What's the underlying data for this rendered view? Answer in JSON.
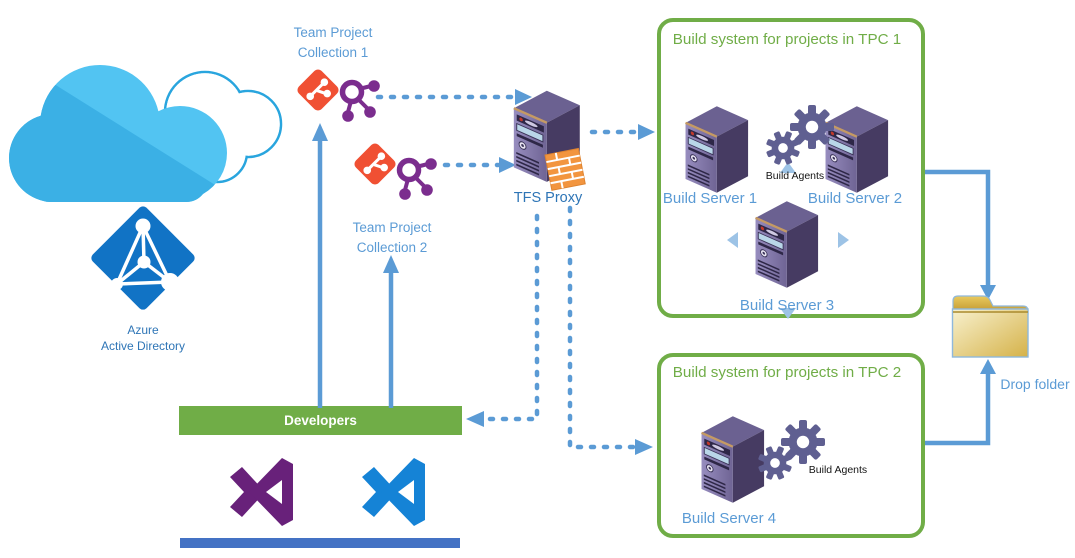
{
  "diagram": {
    "azure_ad": {
      "line1": "Azure",
      "line2": "Active Directory"
    },
    "tpc1": {
      "line1": "Team Project",
      "line2": "Collection 1"
    },
    "tpc2": {
      "line1": "Team Project",
      "line2": "Collection 2"
    },
    "tfs_proxy": {
      "label": "TFS Proxy"
    },
    "build_box1": {
      "title": "Build system for projects in TPC 1",
      "server1": "Build Server 1",
      "server2": "Build Server 2",
      "server3": "Build Server 3",
      "agents": "Build Agents"
    },
    "build_box2": {
      "title": "Build system for projects in TPC 2",
      "server4": "Build Server 4",
      "agents": "Build Agents"
    },
    "drop_folder": {
      "label": "Drop folder"
    },
    "developers": {
      "label": "Developers"
    },
    "colors": {
      "accent_blue": "#5B9BD5",
      "dark_label_blue": "#2E75B6",
      "green": "#70AD47",
      "bottom_bar_blue": "#4472C4",
      "git_orange": "#F05033",
      "molecule_purple": "#7B2D8E",
      "server_side_purple": "#463B62",
      "server_front_purple": "#8C81B1",
      "vs_purple": "#68217A",
      "vs_blue": "#1583D6",
      "cloud_blue": "#52C4F2",
      "cloud_shade_blue": "#3BB0E5",
      "azure_ad_blue": "#1173C5",
      "folder_gold": "#D9B74D",
      "gear_gray_purple": "#5F5F91",
      "firewall_orange": "#F2953F",
      "chevron_light_blue": "#9DC3E6"
    }
  }
}
